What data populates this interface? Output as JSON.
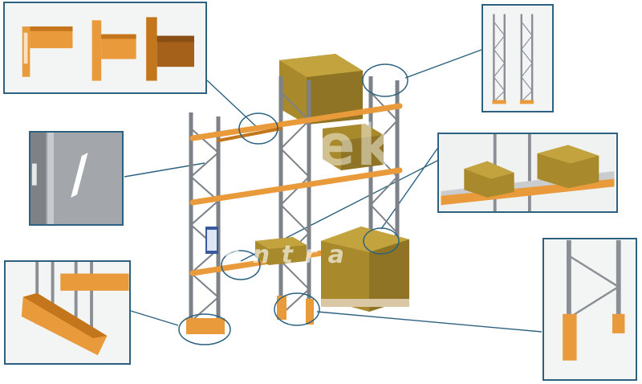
{
  "diagram": {
    "subject": "pallet-racking-components",
    "colors": {
      "frame": "#8a8f95",
      "frame_dark": "#5e6368",
      "beam": "#e99a3a",
      "beam_dark": "#c4761c",
      "box": "#a88a2c",
      "box_dark": "#7d6620",
      "pallet": "#d9c7a5",
      "callout_border": "#2c6280",
      "leader_line": "#2c6280"
    },
    "callouts": [
      {
        "id": "beam-connectors"
      },
      {
        "id": "upright-frames"
      },
      {
        "id": "upright-slot-detail"
      },
      {
        "id": "mesh-deck-shelf"
      },
      {
        "id": "row-end-protector"
      },
      {
        "id": "upright-base-guard"
      }
    ]
  },
  "watermark": {
    "lines": [
      "ek",
      "e  n  t  r  a"
    ]
  }
}
